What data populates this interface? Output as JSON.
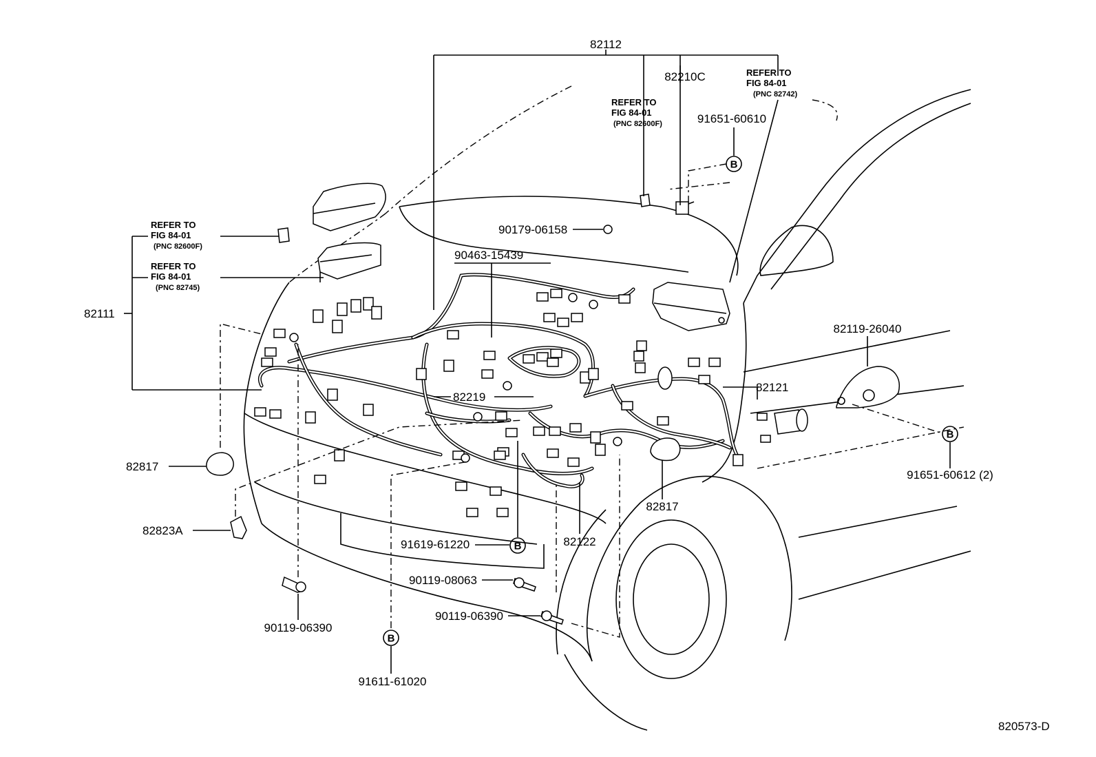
{
  "labels": {
    "p82112": "82112",
    "p82210c": "82210C",
    "refer_a_line1": "REFER TO",
    "refer_a_line2": "FIG 84-01",
    "refer_a_line3": "(PNC 82742)",
    "refer_b_line1": "REFER TO",
    "refer_b_line2": "FIG 84-01",
    "refer_b_line3": "(PNC 82600F)",
    "p91651_60610": "91651-60610",
    "refer_c_line1": "REFER TO",
    "refer_c_line2": "FIG 84-01",
    "refer_c_line3": "(PNC 82600F)",
    "refer_d_line1": "REFER TO",
    "refer_d_line2": "FIG 84-01",
    "refer_d_line3": "(PNC 82745)",
    "p90179_06158": "90179-06158",
    "p90463_15439": "90463-15439",
    "p82111": "82111",
    "p82119_26040": "82119-26040",
    "p82121": "82121",
    "p82219": "82219",
    "p91651_60612": "91651-60612 (2)",
    "p82817_left": "82817",
    "p82817_right": "82817",
    "p82823a": "82823A",
    "p82122": "82122",
    "p91619_61220": "91619-61220",
    "p90119_08063": "90119-08063",
    "p90119_06390_left": "90119-06390",
    "p90119_06390_right": "90119-06390",
    "p91611_61020": "91611-61020",
    "b_marker": "B",
    "fig_code": "820573-D"
  },
  "icons": [
    "bolt-icon",
    "clip-icon",
    "relay-icon",
    "connector-icon",
    "fuse-icon",
    "b-marker-icon"
  ]
}
